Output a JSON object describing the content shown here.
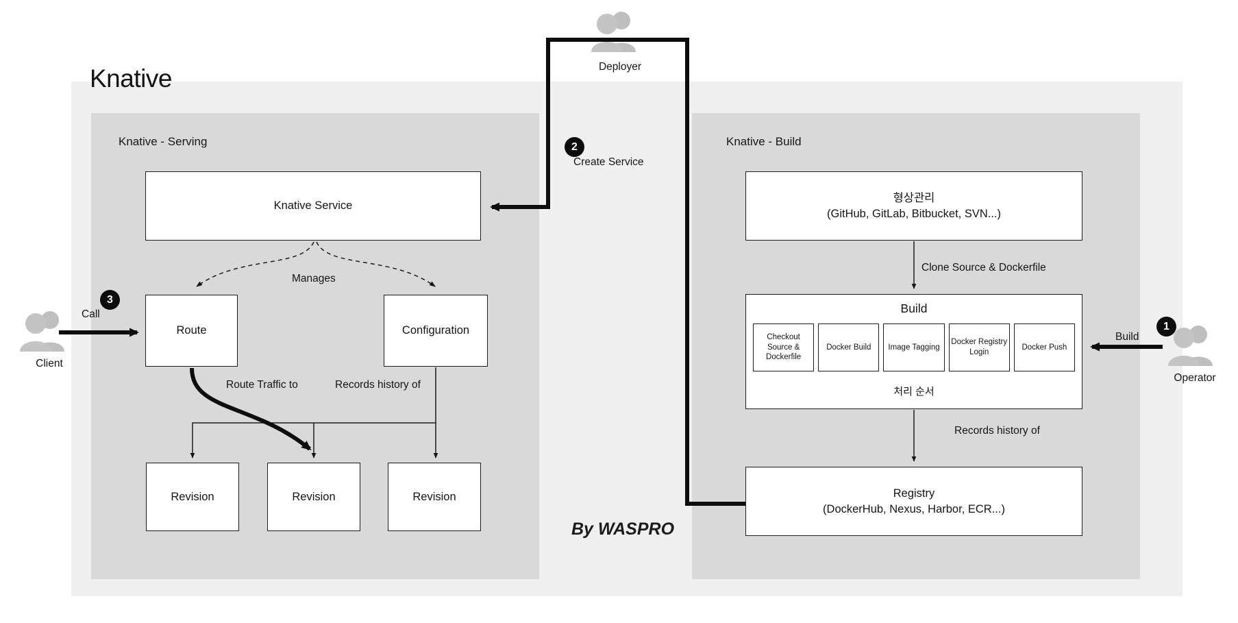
{
  "diagram": {
    "title": "Knative",
    "watermark": "By WASPRO",
    "panels": [
      {
        "id": "serving",
        "title": "Knative - Serving"
      },
      {
        "id": "build",
        "title": "Knative - Build"
      }
    ]
  },
  "serving": {
    "service_box": "Knative Service",
    "route_box": "Route",
    "configuration_box": "Configuration",
    "revisions": [
      {
        "label": "Revision"
      },
      {
        "label": "Revision"
      },
      {
        "label": "Revision"
      }
    ],
    "edges": {
      "manages": "Manages",
      "route_traffic_to": "Route Traffic to",
      "records_history_of": "Records history of"
    }
  },
  "build": {
    "scm_box": {
      "line1": "형상관리",
      "line2": "(GitHub, GitLab, Bitbucket, SVN...)"
    },
    "build_box": {
      "title": "Build",
      "order_label": "처리 순서"
    },
    "build_steps": [
      {
        "label": "Checkout Source & Dockerfile"
      },
      {
        "label": "Docker Build"
      },
      {
        "label": "Image Tagging"
      },
      {
        "label": "Docker Registry Login"
      },
      {
        "label": "Docker Push"
      }
    ],
    "registry_box": {
      "line1": "Registry",
      "line2": "(DockerHub, Nexus, Harbor, ECR...)"
    },
    "edges": {
      "clone_source": "Clone Source & Dockerfile",
      "records_history_of": "Records history of"
    }
  },
  "actors": [
    {
      "id": "deployer",
      "label": "Deployer"
    },
    {
      "id": "client",
      "label": "Client"
    },
    {
      "id": "operator",
      "label": "Operator"
    }
  ],
  "steps": [
    {
      "number": "1",
      "label": "Build"
    },
    {
      "number": "2",
      "label": "Create Service"
    },
    {
      "number": "3",
      "label": "Call"
    }
  ],
  "colors": {
    "page_background": "#ffffff",
    "outer_panel": "#f0f0f0",
    "sub_panel": "#d9d9d9",
    "node_fill": "#ffffff",
    "stroke": "#1c1c1c",
    "badge_fill": "#0d0d0d",
    "actor_fill": "#bfbfbf"
  }
}
